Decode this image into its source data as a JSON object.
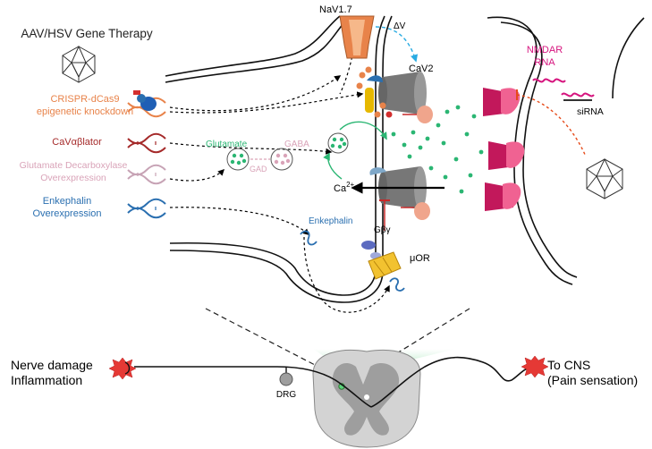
{
  "title": "AAV/HSV Gene Therapy",
  "strategies": [
    {
      "id": "crispr",
      "line1": "CRISPR-dCas9",
      "line2": "epigenetic knockdown",
      "color": "#e8834a"
    },
    {
      "id": "cav",
      "line1": "CaVαβlator",
      "line2": "",
      "color": "#a52a2a"
    },
    {
      "id": "gad",
      "line1": "Glutamate Decarboxylase",
      "line2": "Overexpression",
      "color": "#d9a3b8"
    },
    {
      "id": "enk",
      "line1": "Enkephalin",
      "line2": "Overexpression",
      "color": "#2a6fb0"
    }
  ],
  "labels": {
    "nav17": "NaV1.7",
    "delta_v": "ΔV",
    "cav2": "CaV2",
    "glutamate": "Glutamate",
    "gaba": "GABA",
    "gad": "GAD",
    "calcium": "Ca2+",
    "gbg": "Gβγ",
    "enkephalin": "Enkephalin",
    "mor": "μOR",
    "nmdar_line1": "NMDAR",
    "nmdar_line2": "RNA",
    "sirna": "siRNA",
    "nerve_line1": "Nerve damage",
    "nerve_line2": "Inflammation",
    "drg": "DRG",
    "cns_line1": "To CNS",
    "cns_line2": "(Pain sensation)"
  },
  "colors": {
    "orange": "#e8834a",
    "red": "#a52a2a",
    "pink": "#d9a3b8",
    "blue": "#2a6fb0",
    "green": "#2bb673",
    "magenta": "#d6147e",
    "cyan": "#29abe2",
    "gray": "#7a7a7a"
  }
}
